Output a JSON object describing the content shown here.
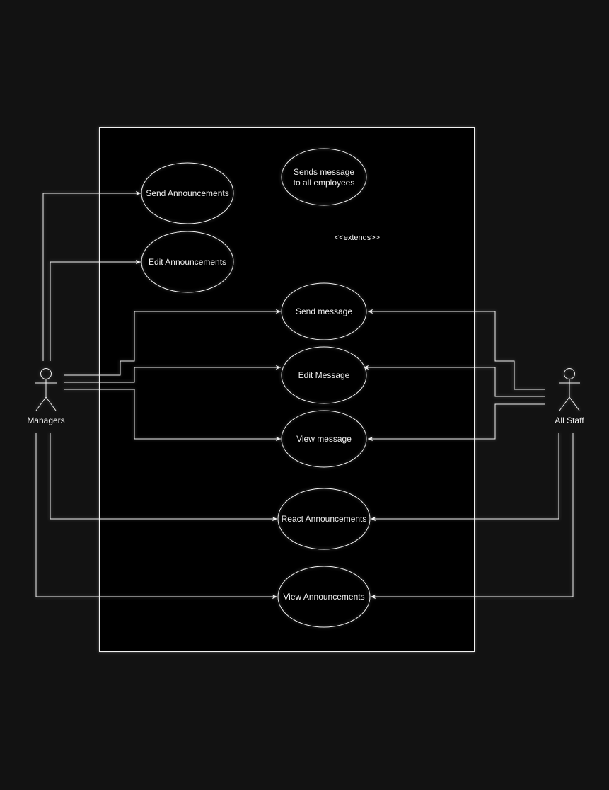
{
  "diagram": {
    "actors": {
      "managers": "Managers",
      "all_staff": "All Staff"
    },
    "use_cases": {
      "send_announcements": "Send Announcements",
      "edit_announcements": "Edit Announcements",
      "sends_message_line1": "Sends message",
      "sends_message_line2": "to all employees",
      "send_message": "Send message",
      "edit_message": "Edit Message",
      "view_message": "View message",
      "react_announcements": "React Announcements",
      "view_announcements": "View Announcements"
    },
    "relations": {
      "extends": "<<extends>>"
    }
  },
  "colors": {
    "background": "#121212",
    "system_boundary_fill": "#000000",
    "line": "#f0f0f0"
  }
}
